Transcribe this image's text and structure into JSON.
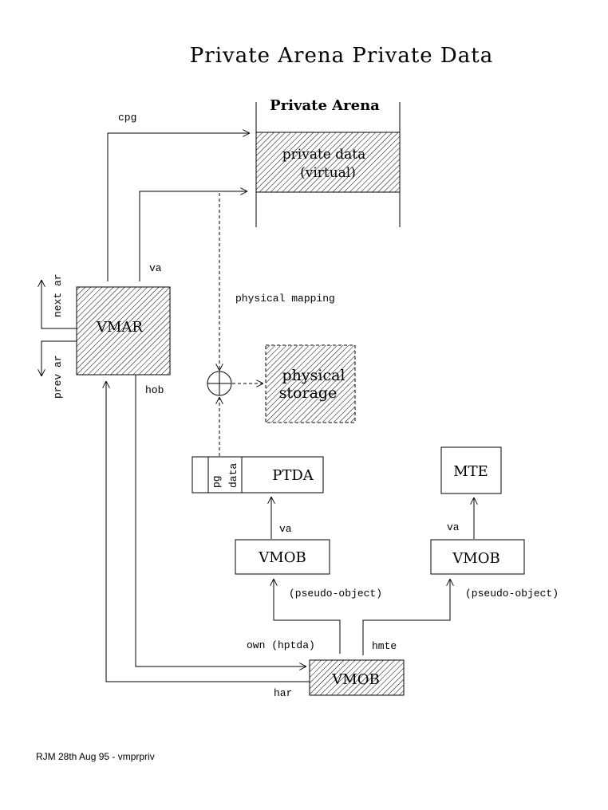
{
  "title": "Private Arena Private Data",
  "arena": {
    "label": "Private Arena",
    "data_line1": "private data",
    "data_line2": "(virtual)"
  },
  "labels": {
    "cpg": "cpg",
    "va_top": "va",
    "next_ar": "next ar",
    "prev_ar": "prev ar",
    "physical_mapping": "physical mapping",
    "hob": "hob",
    "va_ptda": "va",
    "va_mte": "va",
    "pseudo_left": "(pseudo-object)",
    "pseudo_right": "(pseudo-object)",
    "own": "own (hptda)",
    "hmte": "hmte",
    "har": "har"
  },
  "boxes": {
    "vmar": "VMAR",
    "physical_line1": "physical",
    "physical_line2": "storage",
    "ptda": "PTDA",
    "ptda_pg": "pg",
    "ptda_data": "data",
    "mte": "MTE",
    "vmob_left": "VMOB",
    "vmob_right": "VMOB",
    "vmob_bottom": "VMOB"
  },
  "footer": "RJM 28th Aug 95 - vmprpriv"
}
